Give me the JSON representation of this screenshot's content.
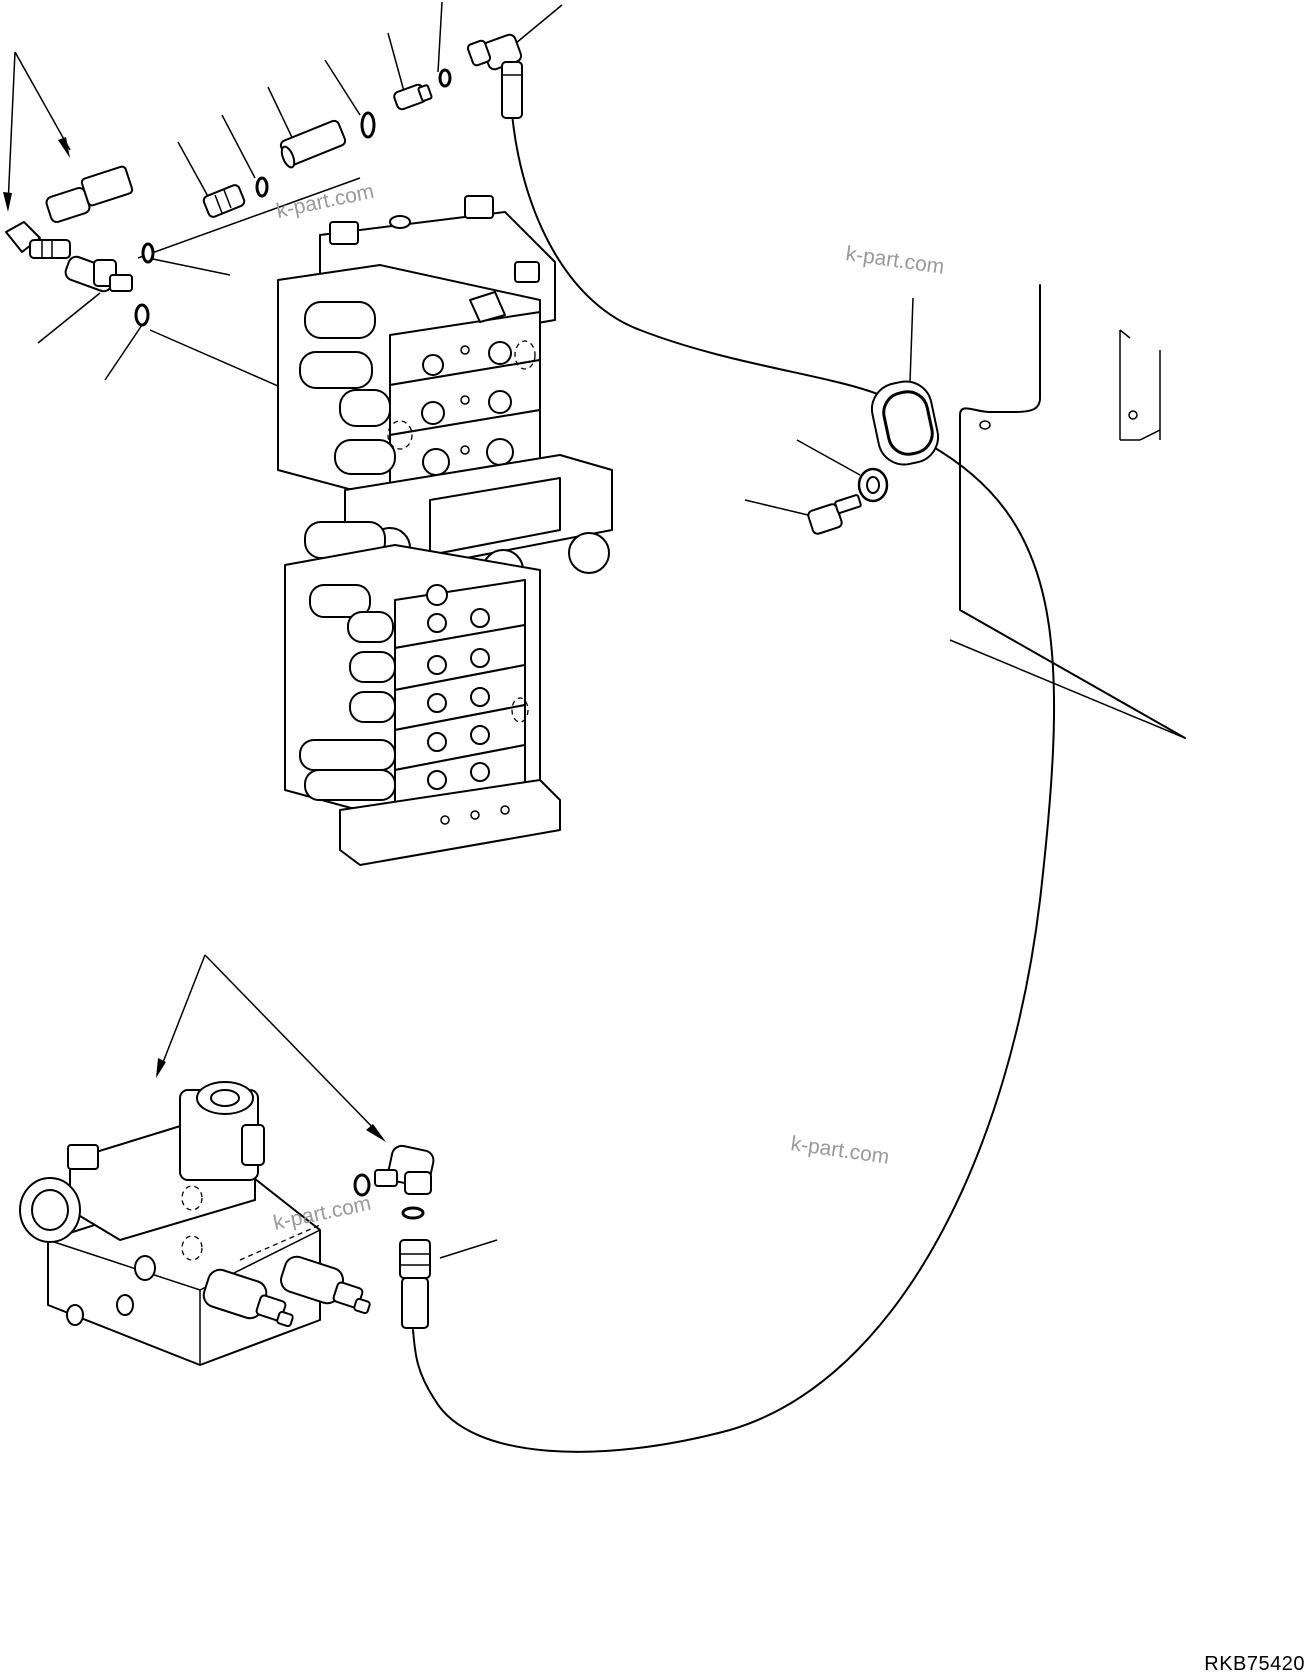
{
  "watermarks": [
    "k-part.com",
    "k-part.com",
    "k-part.com",
    "k-part.com"
  ],
  "drawing_code": "RKB75420"
}
